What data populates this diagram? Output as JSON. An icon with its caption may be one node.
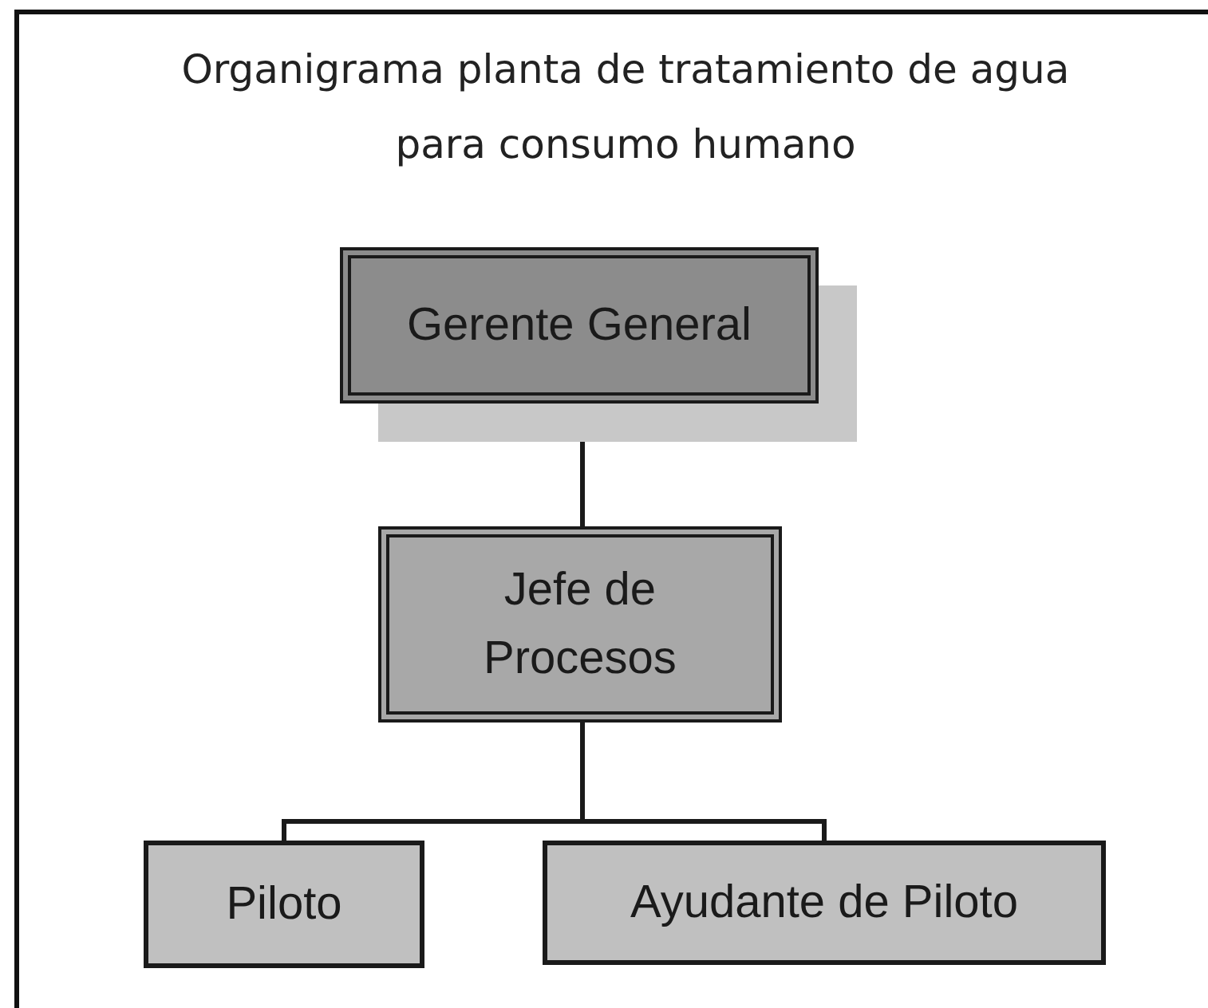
{
  "diagram": {
    "title": "Organigrama planta de tratamiento de agua para consumo humano",
    "nodes": [
      {
        "text": [
          "Gerente General"
        ]
      },
      {
        "text": [
          "Jefe de Procesos"
        ]
      },
      {
        "text": [
          "Piloto"
        ]
      },
      {
        "text": [
          "Ayudante de Piloto"
        ]
      }
    ],
    "edges": [
      {
        "from": 0,
        "to": 1,
        "arrow": "none"
      },
      {
        "from": 1,
        "to": 2,
        "arrow": "none"
      },
      {
        "from": 1,
        "to": 3,
        "arrow": "none"
      }
    ]
  }
}
